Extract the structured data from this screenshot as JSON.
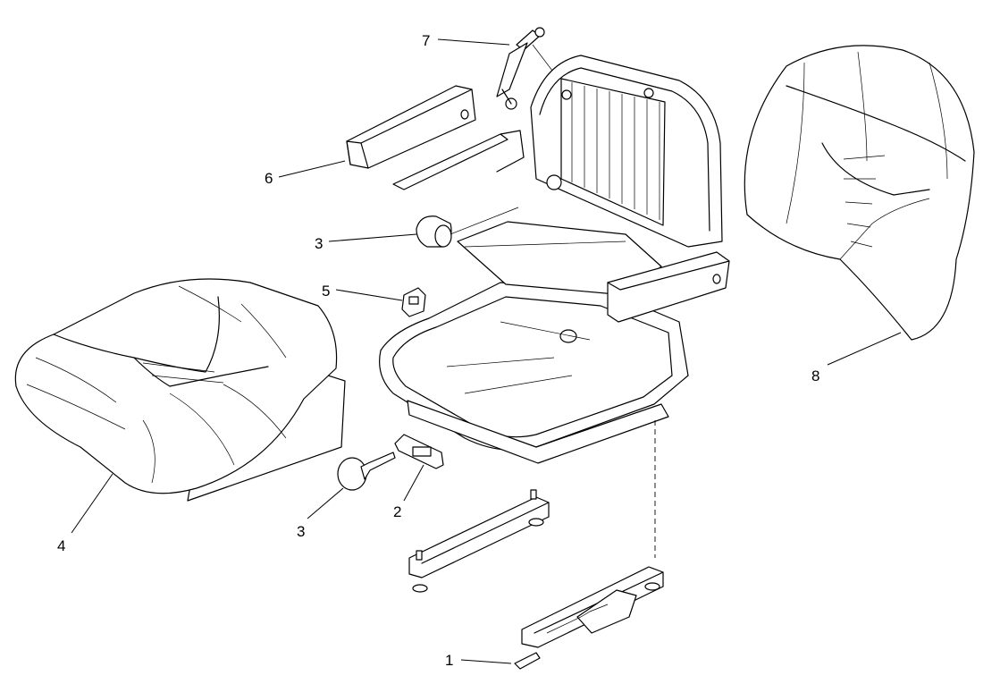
{
  "callouts": [
    {
      "id": "1",
      "label": "1"
    },
    {
      "id": "2",
      "label": "2"
    },
    {
      "id": "3a",
      "label": "3"
    },
    {
      "id": "3b",
      "label": "3"
    },
    {
      "id": "4",
      "label": "4"
    },
    {
      "id": "5",
      "label": "5"
    },
    {
      "id": "6",
      "label": "6"
    },
    {
      "id": "7",
      "label": "7"
    },
    {
      "id": "8",
      "label": "8"
    }
  ]
}
